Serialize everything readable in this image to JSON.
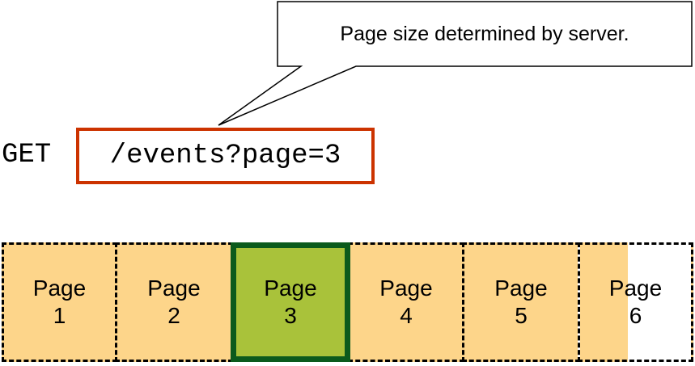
{
  "callout": {
    "text": "Page size determined by server."
  },
  "request": {
    "method": "GET",
    "url": "/events?page=3"
  },
  "colors": {
    "url_border": "#cc3300",
    "page_fill": "#fdd58a",
    "current_page_fill": "#a9c23a",
    "current_page_border": "#0b5a1c"
  },
  "pages": [
    {
      "label": "Page",
      "number": "1",
      "state": "normal"
    },
    {
      "label": "Page",
      "number": "2",
      "state": "normal"
    },
    {
      "label": "Page",
      "number": "3",
      "state": "current"
    },
    {
      "label": "Page",
      "number": "4",
      "state": "normal"
    },
    {
      "label": "Page",
      "number": "5",
      "state": "normal"
    },
    {
      "label": "Page",
      "number": "6",
      "state": "partial"
    }
  ]
}
